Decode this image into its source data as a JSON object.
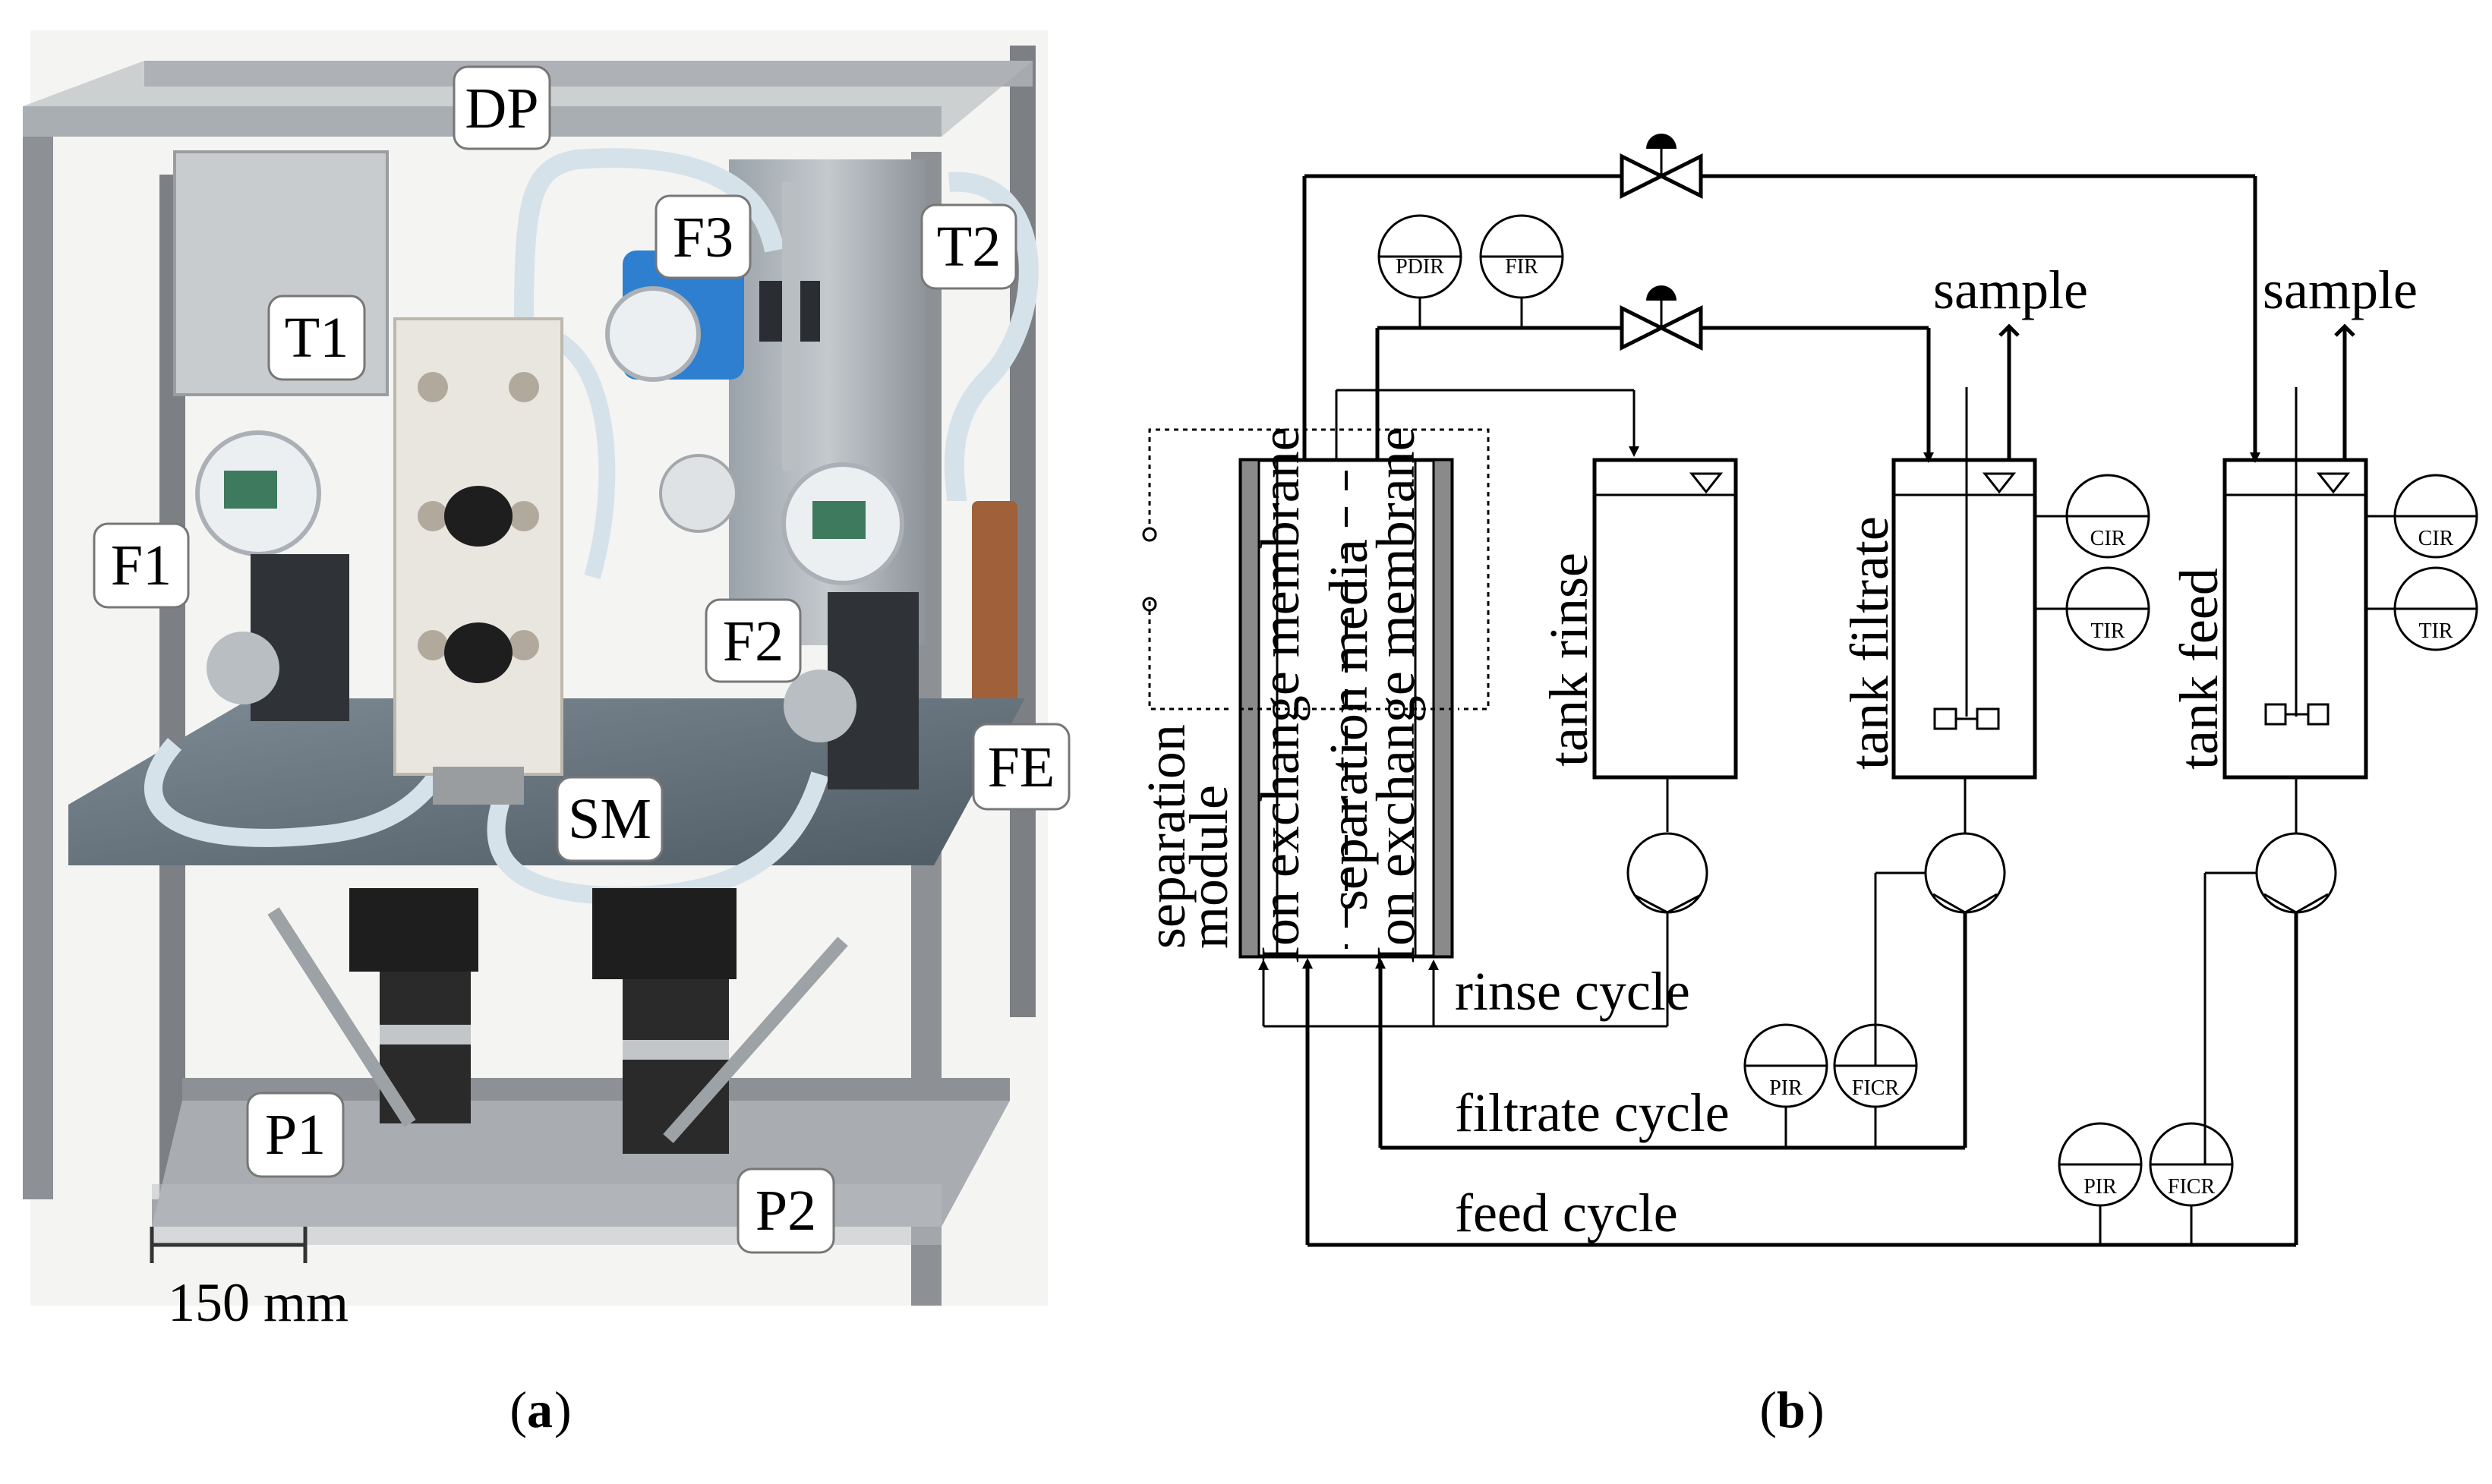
{
  "photo": {
    "callouts": {
      "dp": "DP",
      "f1": "F1",
      "f2": "F2",
      "f3": "F3",
      "t1": "T1",
      "t2": "T2",
      "sm": "SM",
      "fe": "FE",
      "p1": "P1",
      "p2": "P2"
    },
    "scale_bar": "150 mm"
  },
  "diagram": {
    "module_label_1": "separation",
    "module_label_2": "module",
    "membrane_left": "Ion exchange membrane",
    "media": "separation media",
    "membrane_right": "Ion exchange membrane",
    "tank_rinse": "tank rinse",
    "tank_filtrate": "tank filtrate",
    "tank_feed": "tank feed",
    "sample_filtrate": "sample",
    "sample_feed": "sample",
    "instruments": {
      "pdir": "PDIR",
      "fir": "FIR",
      "cir_filtrate": "CIR",
      "tir_filtrate": "TIR",
      "cir_feed": "CIR",
      "tir_feed": "TIR",
      "pir_filtrate": "PIR",
      "ficr_filtrate": "FICR",
      "pir_feed": "PIR",
      "ficr_feed": "FICR"
    },
    "cycles": {
      "rinse": "rinse cycle",
      "filtrate": "filtrate cycle",
      "feed": "feed cycle"
    }
  },
  "panels": {
    "a_open": "(",
    "a": "a",
    "a_close": ")",
    "b_open": "(",
    "b": "b",
    "b_close": ")"
  },
  "colors": {
    "frame_metal": "#8d9196",
    "panel_steel": "#6e7b86",
    "plate_white": "#e9e6df",
    "pump_black": "#1e1e1e",
    "tube_clear": "#d6e2ea",
    "sensor_blue": "#2f7fd0",
    "copper": "#a0603a"
  }
}
